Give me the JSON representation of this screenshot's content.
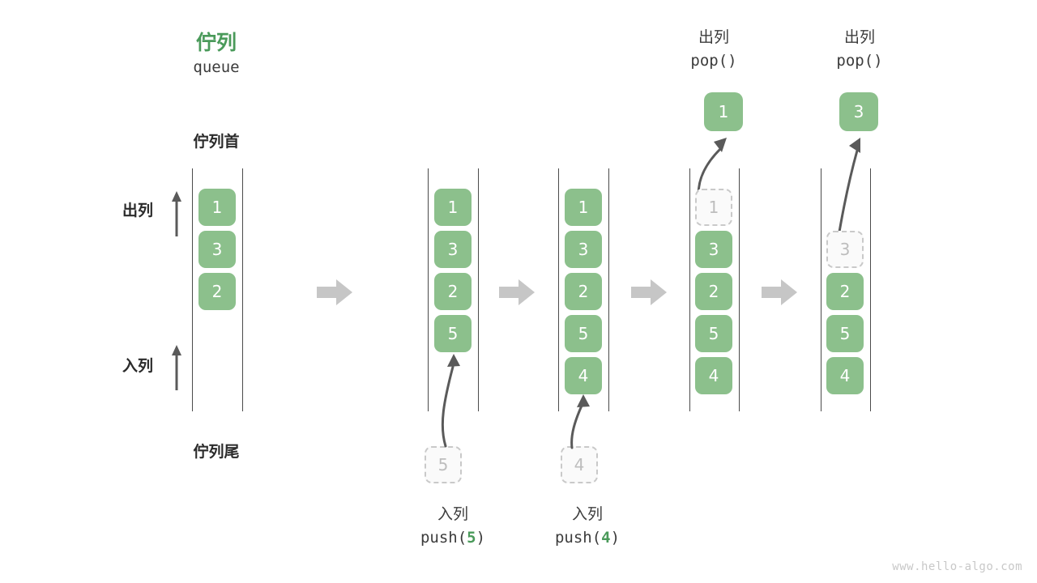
{
  "diagram": {
    "title_cn": "佇列",
    "title_en": "queue",
    "head_label": "佇列首",
    "tail_label": "佇列尾",
    "dequeue_label": "出列",
    "enqueue_label": "入列",
    "watermark": "www.hello-algo.com",
    "accent_color": "#4a9a5a",
    "box_color": "#8cc08c",
    "ghost_color": "#c9c9c9",
    "arrow_color": "#c6c6c6"
  },
  "stages": [
    {
      "name": "initial-queue",
      "items": [
        "1",
        "3",
        "2"
      ],
      "ghost_index": null
    },
    {
      "name": "after-push-5",
      "items": [
        "1",
        "3",
        "2",
        "5"
      ],
      "incoming": "5",
      "op_cn": "入列",
      "op_code_prefix": "push(",
      "op_code_num": "5",
      "op_code_suffix": ")"
    },
    {
      "name": "after-push-4",
      "items": [
        "1",
        "3",
        "2",
        "5",
        "4"
      ],
      "incoming": "4",
      "op_cn": "入列",
      "op_code_prefix": "push(",
      "op_code_num": "4",
      "op_code_suffix": ")"
    },
    {
      "name": "after-pop-1",
      "items": [
        "1",
        "3",
        "2",
        "5",
        "4"
      ],
      "ghost_index": 0,
      "popped": "1",
      "op_cn": "出列",
      "op_code": "pop()"
    },
    {
      "name": "after-pop-3",
      "items": [
        "3",
        "2",
        "5",
        "4"
      ],
      "ghost_index": 0,
      "popped": "3",
      "op_cn": "出列",
      "op_code": "pop()"
    }
  ]
}
